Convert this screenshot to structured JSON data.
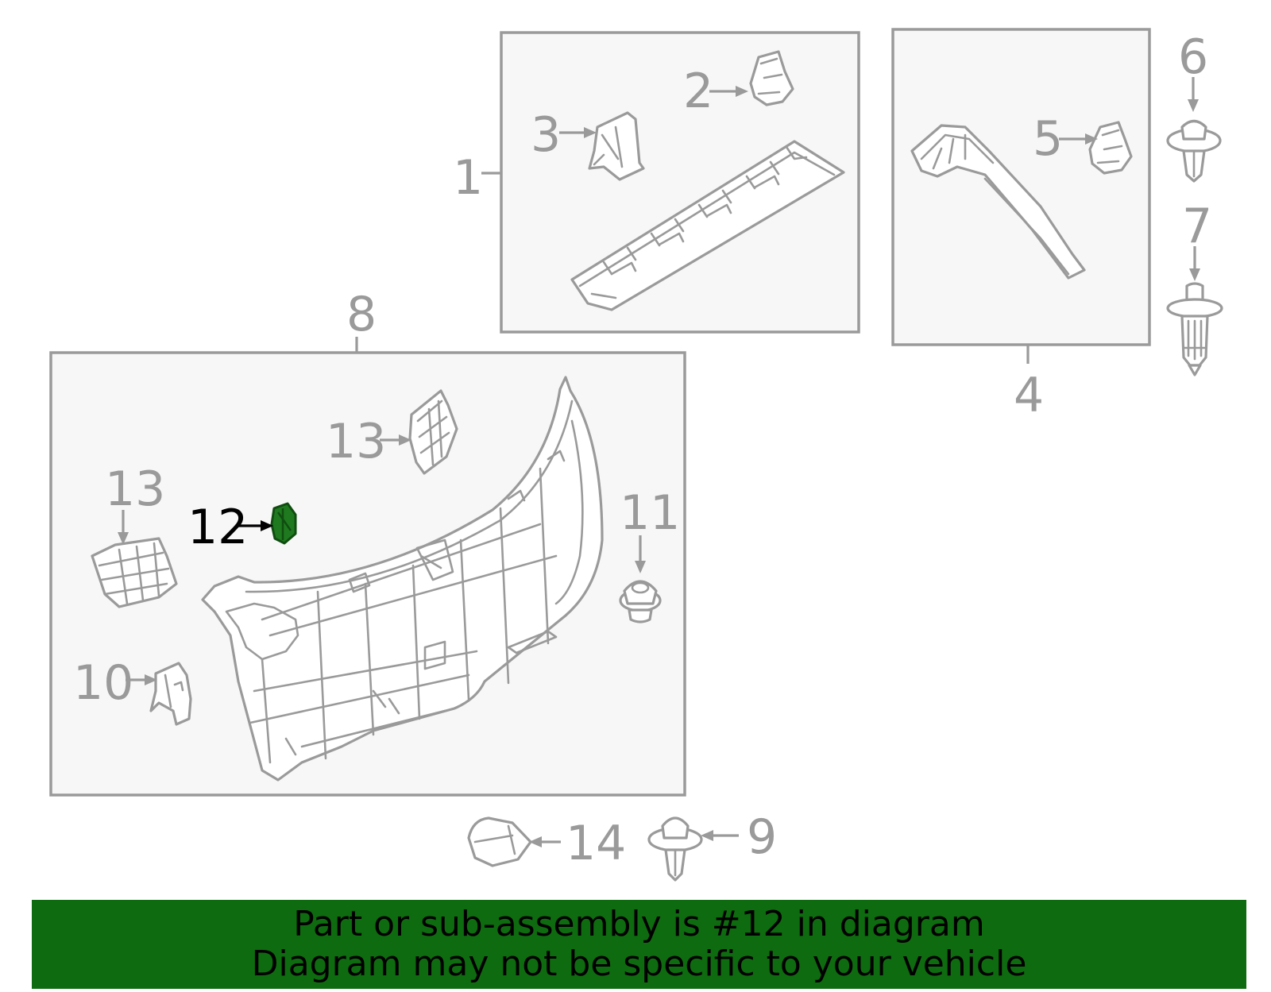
{
  "callouts": {
    "c1": "1",
    "c2": "2",
    "c3": "3",
    "c4": "4",
    "c5": "5",
    "c6": "6",
    "c7": "7",
    "c8": "8",
    "c9": "9",
    "c10": "10",
    "c11": "11",
    "c12": "12",
    "c13a": "13",
    "c13b": "13",
    "c14": "14"
  },
  "highlight": {
    "part_number": "12",
    "color": "#1f7a1f"
  },
  "banner": {
    "line1": "Part or sub-assembly is #12 in diagram",
    "line2": "Diagram may not be specific to your vehicle",
    "background": "#0f6b0f"
  }
}
